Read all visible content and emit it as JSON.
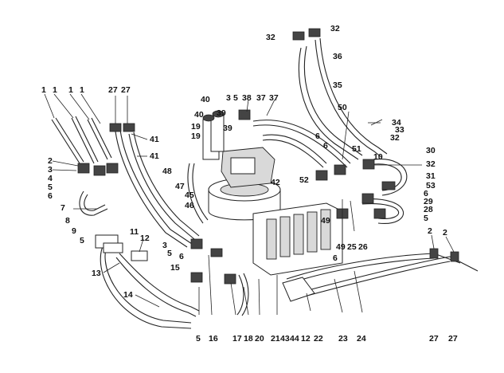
{
  "diagram": {
    "callouts": [
      "1",
      "1",
      "1",
      "1",
      "2",
      "3",
      "4",
      "5",
      "6",
      "7",
      "8",
      "9",
      "5",
      "27",
      "27",
      "41",
      "41",
      "48",
      "47",
      "45",
      "46",
      "3",
      "5",
      "6",
      "15",
      "11",
      "12",
      "13",
      "14",
      "40",
      "40",
      "39",
      "19",
      "19",
      "3",
      "5",
      "38",
      "37",
      "37",
      "39",
      "50",
      "6",
      "6",
      "51",
      "10",
      "32",
      "30",
      "31",
      "53",
      "52",
      "42",
      "6",
      "29",
      "28",
      "5",
      "49",
      "49",
      "25",
      "26",
      "6",
      "34",
      "33",
      "32",
      "32",
      "32",
      "36",
      "35",
      "5",
      "16",
      "17",
      "18",
      "20",
      "21",
      "43",
      "44",
      "12",
      "22",
      "23",
      "24",
      "2",
      "2",
      "27",
      "27"
    ]
  }
}
